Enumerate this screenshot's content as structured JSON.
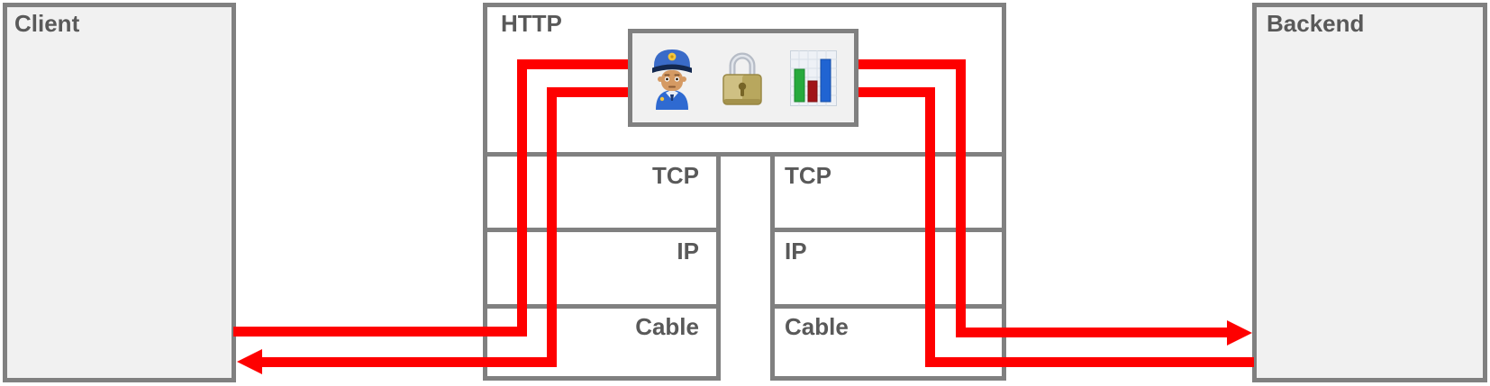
{
  "title": "Proxy data flow diagram",
  "colors": {
    "arrow": "#fe0000",
    "border": "#808080",
    "panel-fill": "#f1f1f1",
    "label-text": "#595959",
    "canvas": "#ffffff"
  },
  "client": {
    "label": "Client"
  },
  "backend": {
    "label": "Backend"
  },
  "proxy": {
    "http_label": "HTTP",
    "inspection_icons": [
      "police-officer",
      "padlock",
      "bar-chart"
    ],
    "left_stack": {
      "layers": [
        "TCP",
        "IP",
        "Cable"
      ]
    },
    "right_stack": {
      "layers": [
        "TCP",
        "IP",
        "Cable"
      ]
    }
  },
  "flows": {
    "request": {
      "from": "Client",
      "to": "Backend",
      "arrowhead_at": "Backend"
    },
    "response": {
      "from": "Backend",
      "to": "Client",
      "arrowhead_at": "Client"
    }
  }
}
